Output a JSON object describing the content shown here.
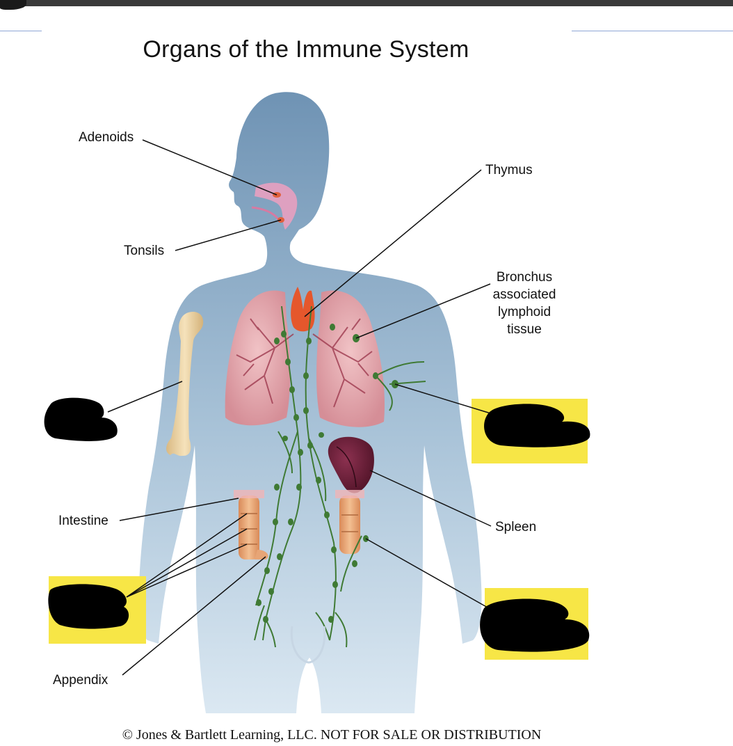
{
  "title": "Organs of the Immune System",
  "labels": {
    "adenoids": "Adenoids",
    "tonsils": "Tonsils",
    "thymus": "Thymus",
    "bronchus": [
      "Bronchus",
      "associated",
      "lymphoid",
      "tissue"
    ],
    "intestine": "Intestine",
    "spleen": "Spleen",
    "appendix": "Appendix"
  },
  "copyright": "© Jones & Bartlett Learning, LLC. NOT FOR SALE OR DISTRIBUTION",
  "colors": {
    "body_silhouette": "#7d9fbd",
    "highlight": "#f7e646",
    "redaction": "#000000",
    "lymph_vessel": "#3f7a34",
    "lung": "#e2a7ad",
    "bone": "#e9cf9c",
    "spleen": "#6b1f34",
    "intestine": "#e7a576"
  }
}
